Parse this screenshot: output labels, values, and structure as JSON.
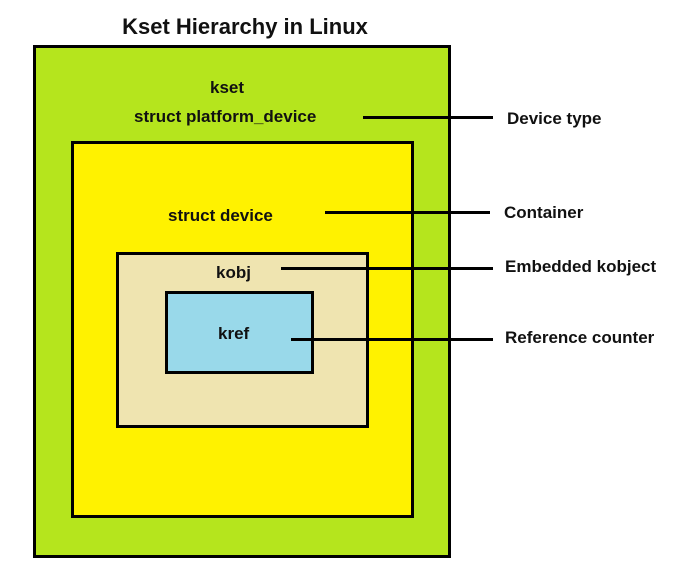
{
  "diagram": {
    "title": "Kset Hierarchy in Linux",
    "colors": {
      "kset": "#b5e51d",
      "device": "#fff200",
      "kobj": "#efe4b0",
      "kref": "#99d9ea",
      "border": "#000000"
    },
    "boxes": {
      "kset": {
        "label": "kset",
        "sublabel": "struct platform_device"
      },
      "device": {
        "label": "struct device"
      },
      "kobj": {
        "label": "kobj"
      },
      "kref": {
        "label": "kref"
      }
    },
    "annotations": [
      {
        "target": "struct platform_device",
        "text": "Device type"
      },
      {
        "target": "struct device",
        "text": "Container"
      },
      {
        "target": "kobj",
        "text": "Embedded kobject"
      },
      {
        "target": "kref",
        "text": "Reference counter"
      }
    ]
  }
}
